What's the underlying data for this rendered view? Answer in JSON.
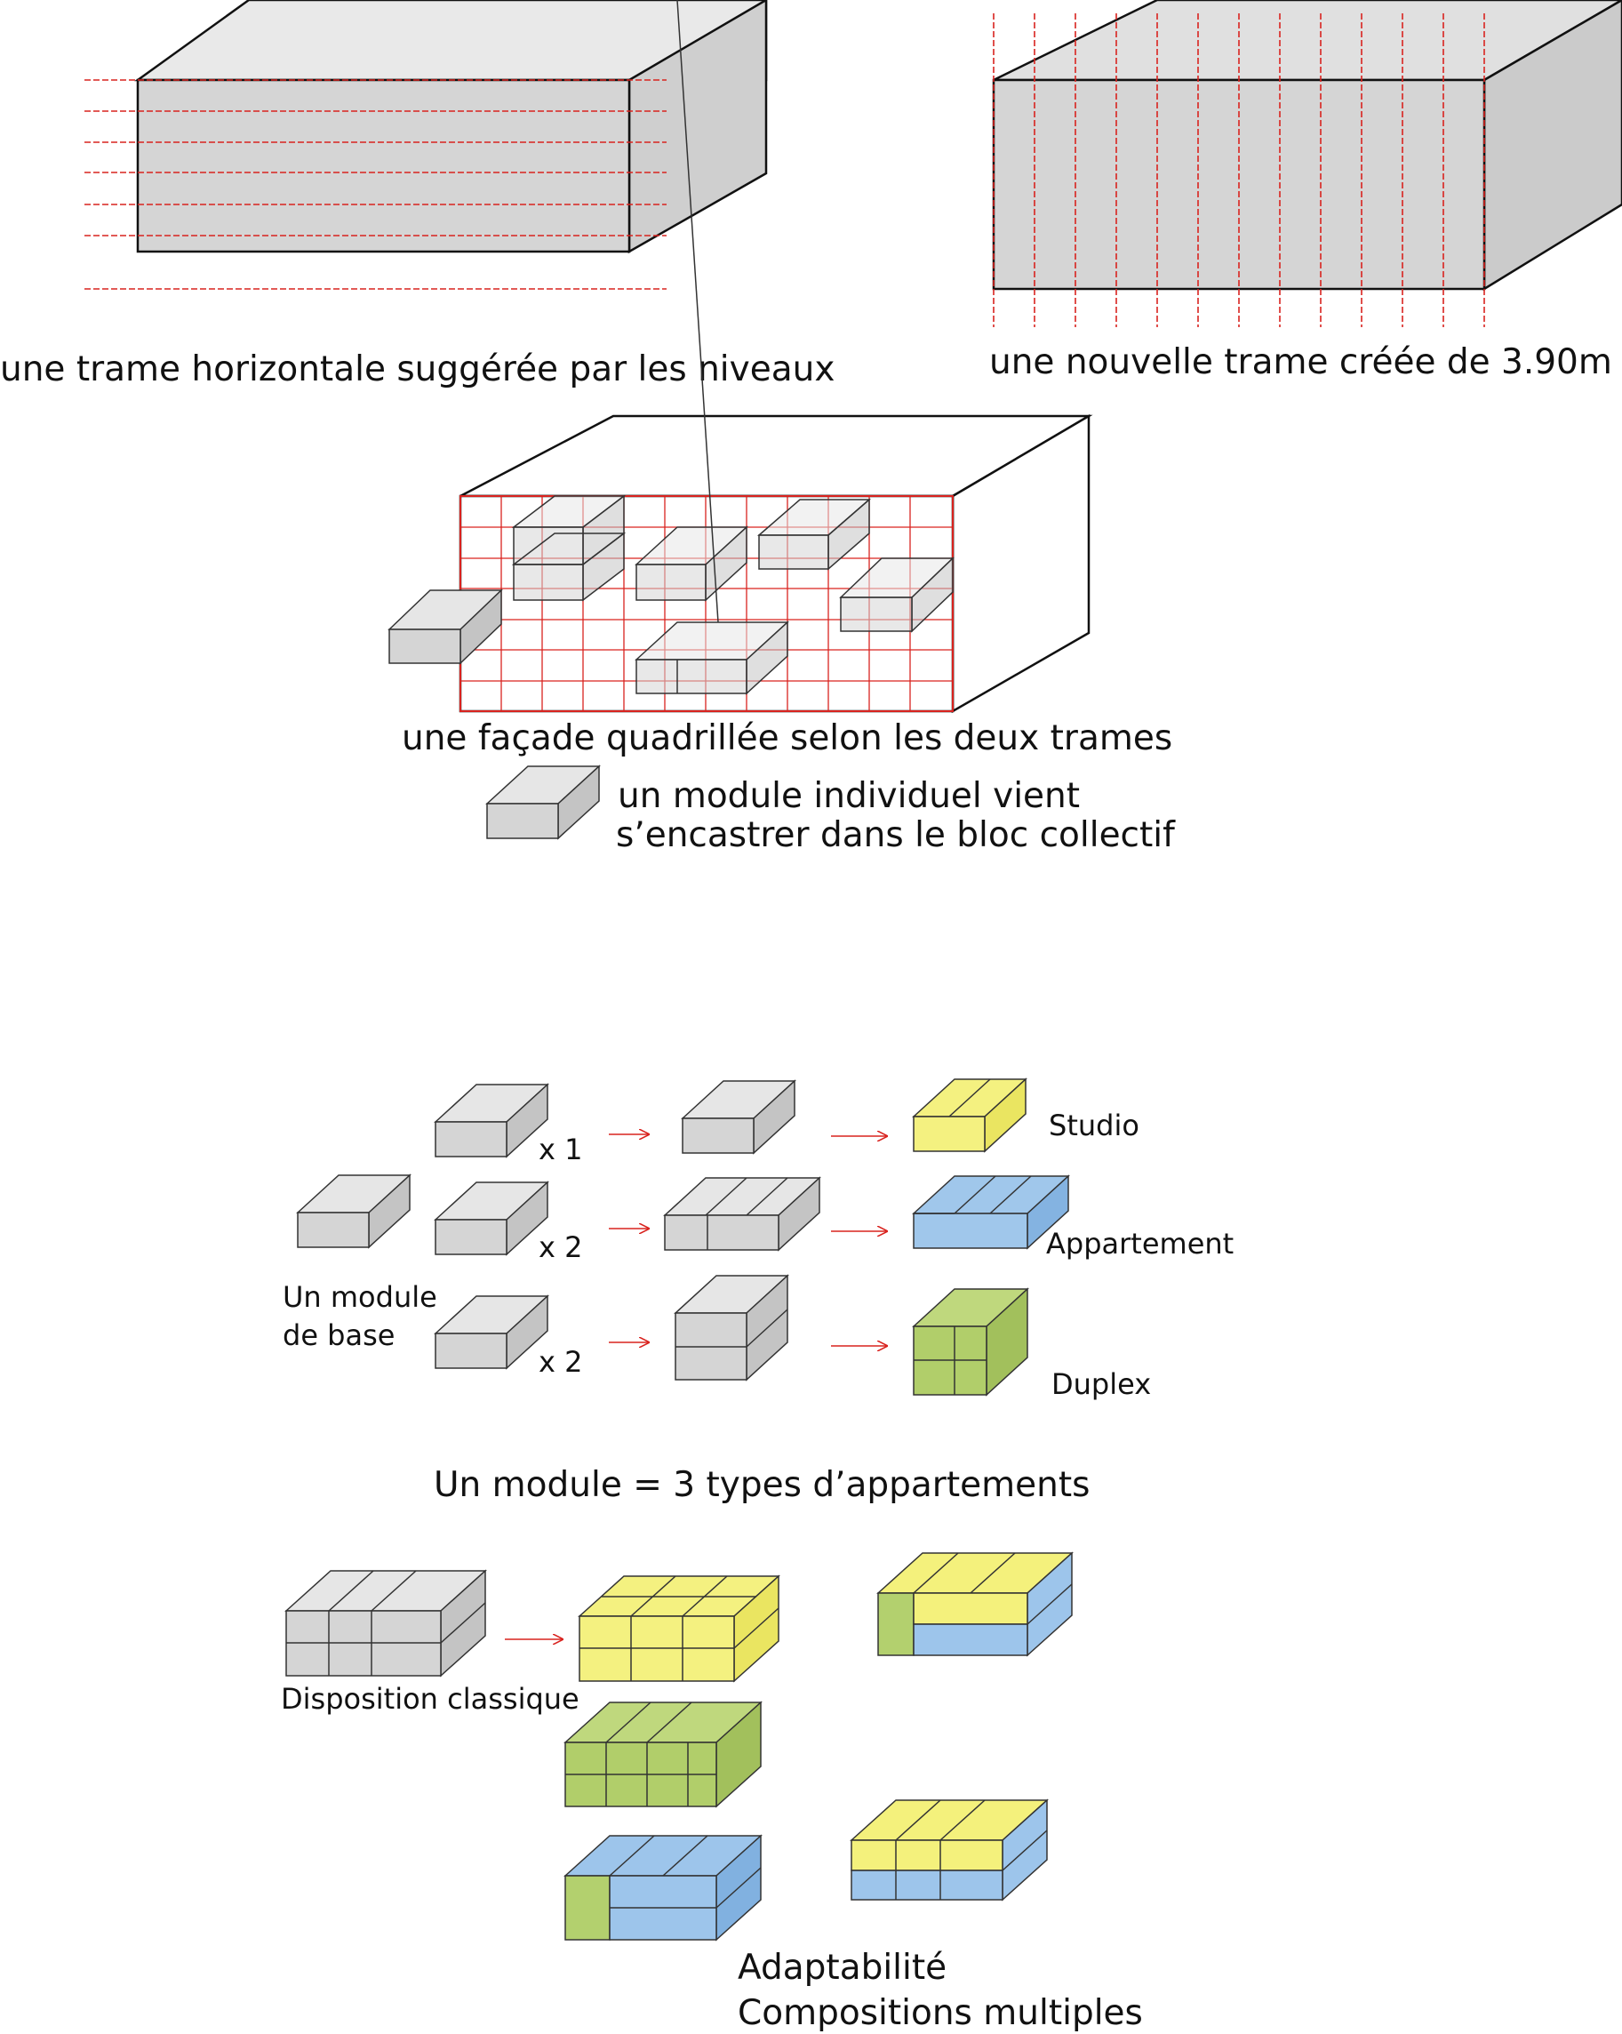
{
  "colors": {
    "grey_front": "#d5d5d5",
    "grey_top": "#e4e4e4",
    "grey_side": "#c4c4c4",
    "grid_red": "#d9231f",
    "arrow_red": "#d9231f",
    "studio_yellow": "#f2ef6a",
    "appartement_blue": "#8fbde8",
    "duplex_green": "#a9c95a",
    "outline": "#111111"
  },
  "icons": {
    "arrow": "right-arrow-icon"
  },
  "section_trames": {
    "caption_horizontal": "une trame horizontale suggérée par les niveaux",
    "caption_vertical": "une nouvelle trame créée de 3.90m",
    "caption_facade": "une façade quadrillée selon les deux trames",
    "module_note_line1": "un module individuel vient",
    "module_note_line2": "s’encastrer dans le bloc collectif"
  },
  "section_types": {
    "base_line1": "Un module",
    "base_line2": "de base",
    "mult_row1": "x 1",
    "mult_row2": "x 2",
    "mult_row3": "x 2",
    "type_studio": "Studio",
    "type_appartement": "Appartement",
    "type_duplex": "Duplex",
    "summary": "Un module = 3 types d’appartements"
  },
  "section_compositions": {
    "classic_label": "Disposition classique",
    "adapt_line1": "Adaptabilité",
    "adapt_line2": "Compositions multiples"
  }
}
